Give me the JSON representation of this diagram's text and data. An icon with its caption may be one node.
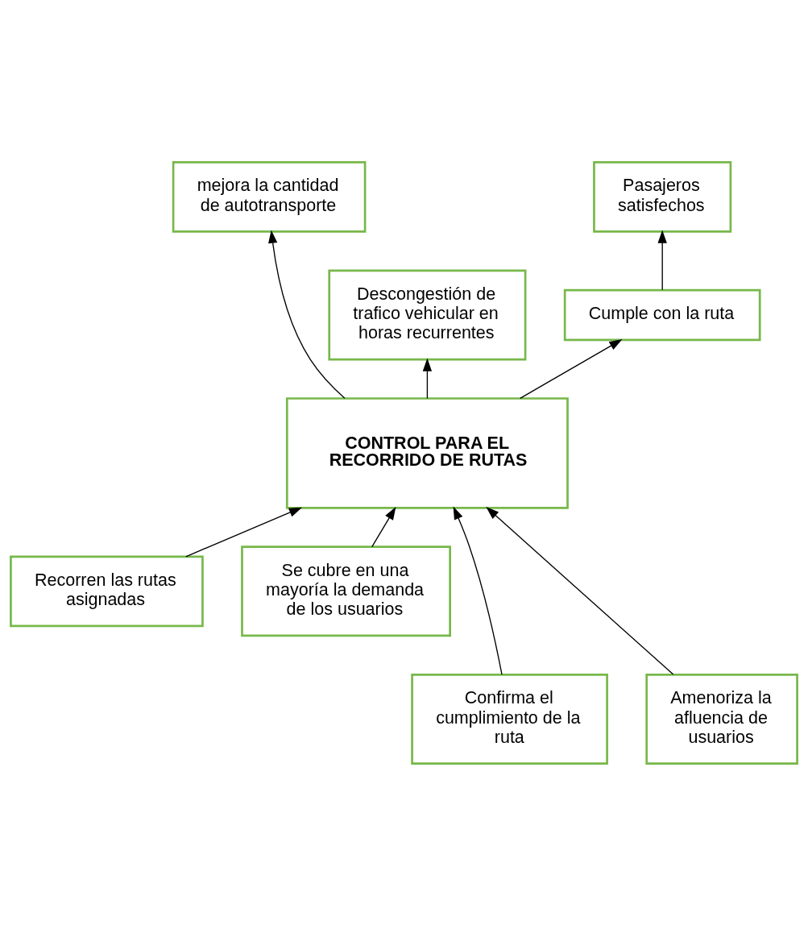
{
  "diagram": {
    "nodes": [
      {
        "text": [
          "mejora la cantidad de autotransporte"
        ]
      },
      {
        "text": [
          "Pasajeros satisfechos"
        ]
      },
      {
        "text": [
          "Descongestión de trafico vehicular en horas recurrentes"
        ]
      },
      {
        "text": [
          "Cumple con la ruta"
        ]
      },
      {
        "text": [
          "CONTROL PARA EL RECORRIDO DE RUTAS"
        ]
      },
      {
        "text": [
          "Recorren las rutas asignadas"
        ]
      },
      {
        "text": [
          "Se cubre en una mayoría la demanda de los usuarios"
        ]
      },
      {
        "text": [
          "Confirma el cumplimiento de la ruta"
        ]
      },
      {
        "text": [
          "Amenoriza la afluencia de usuarios"
        ]
      }
    ],
    "edges": [
      {
        "from": 4,
        "to": 0,
        "arrow": "to"
      },
      {
        "from": 4,
        "to": 2,
        "arrow": "to"
      },
      {
        "from": 4,
        "to": 3,
        "arrow": "to"
      },
      {
        "from": 3,
        "to": 1,
        "arrow": "to"
      },
      {
        "from": 5,
        "to": 4,
        "arrow": "to"
      },
      {
        "from": 7,
        "to": 4,
        "arrow": "to"
      },
      {
        "from": 8,
        "to": 4,
        "arrow": "to"
      },
      {
        "from": 6,
        "to": 4,
        "arrow": "to"
      }
    ]
  }
}
